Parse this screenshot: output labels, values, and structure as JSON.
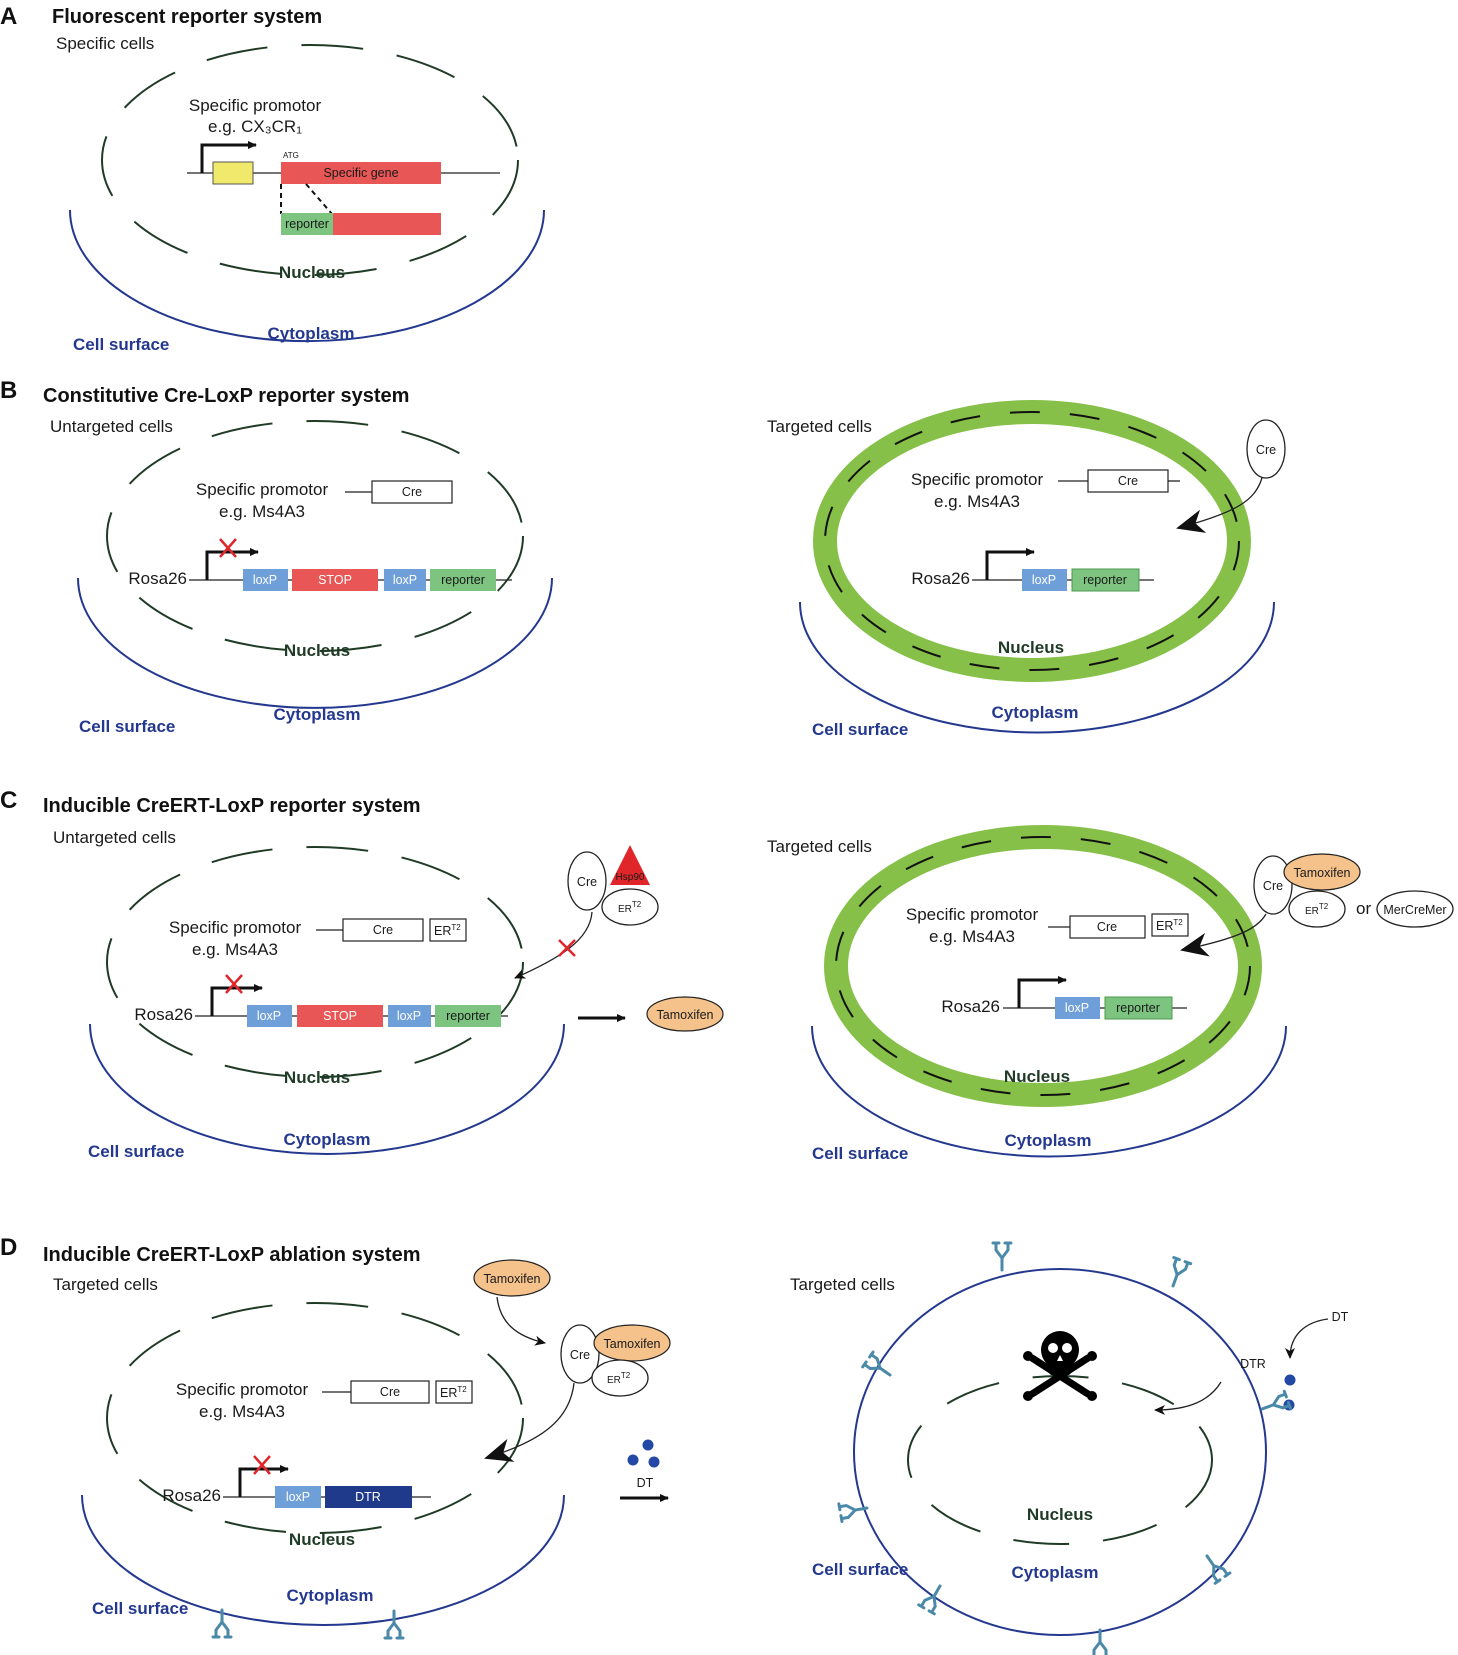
{
  "colors": {
    "nucleus_dash": "#1f3b26",
    "cell_membrane": "#23388e",
    "green_ring": "#86c049",
    "gene_red": "#e85656",
    "promoter_yellow": "#f0e96c",
    "reporter_green": "#7cc47f",
    "loxp_blue": "#6f9fd8",
    "dtr_navy": "#1f3a8a",
    "tamoxifen_orange": "#f5c28c",
    "hsp90_red": "#e0262a",
    "dt_dots": "#2348a6",
    "receptor_teal": "#4a8aa8"
  },
  "panel_a": {
    "letter": "A",
    "title": "Fluorescent reporter system",
    "subtitle": "Specific cells",
    "promotor_line1": "Specific promotor",
    "promotor_line2": "e.g. CX₃CR₁",
    "atg": "ATG",
    "specific_gene": "Specific gene",
    "reporter": "reporter",
    "nucleus": "Nucleus",
    "cytoplasm": "Cytoplasm",
    "cell_surface": "Cell surface"
  },
  "panel_b": {
    "letter": "B",
    "title": "Constitutive Cre-LoxP reporter system",
    "left": {
      "subtitle": "Untargeted cells",
      "promotor_line1": "Specific promotor",
      "promotor_line2": "e.g. Ms4A3",
      "cre": "Cre",
      "rosa26": "Rosa26",
      "loxp1": "loxP",
      "stop": "STOP",
      "loxp2": "loxP",
      "reporter": "reporter",
      "nucleus": "Nucleus",
      "cytoplasm": "Cytoplasm",
      "cell_surface": "Cell surface"
    },
    "right": {
      "subtitle": "Targeted cells",
      "promotor_line1": "Specific promotor",
      "promotor_line2": "e.g. Ms4A3",
      "cre": "Cre",
      "cre_protein": "Cre",
      "rosa26": "Rosa26",
      "loxp": "loxP",
      "reporter": "reporter",
      "nucleus": "Nucleus",
      "cytoplasm": "Cytoplasm",
      "cell_surface": "Cell surface"
    }
  },
  "panel_c": {
    "letter": "C",
    "title": "Inducible CreERT-LoxP reporter system",
    "left": {
      "subtitle": "Untargeted cells",
      "promotor_line1": "Specific promotor",
      "promotor_line2": "e.g. Ms4A3",
      "cre": "Cre",
      "er": "ER",
      "er_sup": "T2",
      "rosa26": "Rosa26",
      "loxp1": "loxP",
      "stop": "STOP",
      "loxp2": "loxP",
      "reporter": "reporter",
      "cre_protein": "Cre",
      "hsp90": "Hsp90",
      "er_protein": "ER",
      "er_protein_sup": "T2",
      "tamoxifen": "Tamoxifen",
      "nucleus": "Nucleus",
      "cytoplasm": "Cytoplasm",
      "cell_surface": "Cell surface"
    },
    "right": {
      "subtitle": "Targeted cells",
      "promotor_line1": "Specific promotor",
      "promotor_line2": "e.g. Ms4A3",
      "cre": "Cre",
      "er": "ER",
      "er_sup": "T2",
      "cre_protein": "Cre",
      "tamoxifen": "Tamoxifen",
      "er_protein": "ER",
      "er_protein_sup": "T2",
      "or": "or",
      "mercremer": "MerCreMer",
      "rosa26": "Rosa26",
      "loxp": "loxP",
      "reporter": "reporter",
      "nucleus": "Nucleus",
      "cytoplasm": "Cytoplasm",
      "cell_surface": "Cell surface"
    }
  },
  "panel_d": {
    "letter": "D",
    "title": "Inducible CreERT-LoxP ablation system",
    "left": {
      "subtitle": "Targeted cells",
      "tamoxifen": "Tamoxifen",
      "cre_protein": "Cre",
      "tamoxifen_bound": "Tamoxifen",
      "er_protein": "ER",
      "er_protein_sup": "T2",
      "promotor_line1": "Specific promotor",
      "promotor_line2": "e.g. Ms4A3",
      "cre": "Cre",
      "er": "ER",
      "er_sup": "T2",
      "rosa26": "Rosa26",
      "loxp": "loxP",
      "dtr": "DTR",
      "dt": "DT",
      "nucleus": "Nucleus",
      "cytoplasm": "Cytoplasm",
      "cell_surface": "Cell surface"
    },
    "right": {
      "subtitle": "Targeted cells",
      "dt": "DT",
      "dtr": "DTR",
      "nucleus": "Nucleus",
      "cytoplasm": "Cytoplasm",
      "cell_surface": "Cell surface"
    }
  }
}
